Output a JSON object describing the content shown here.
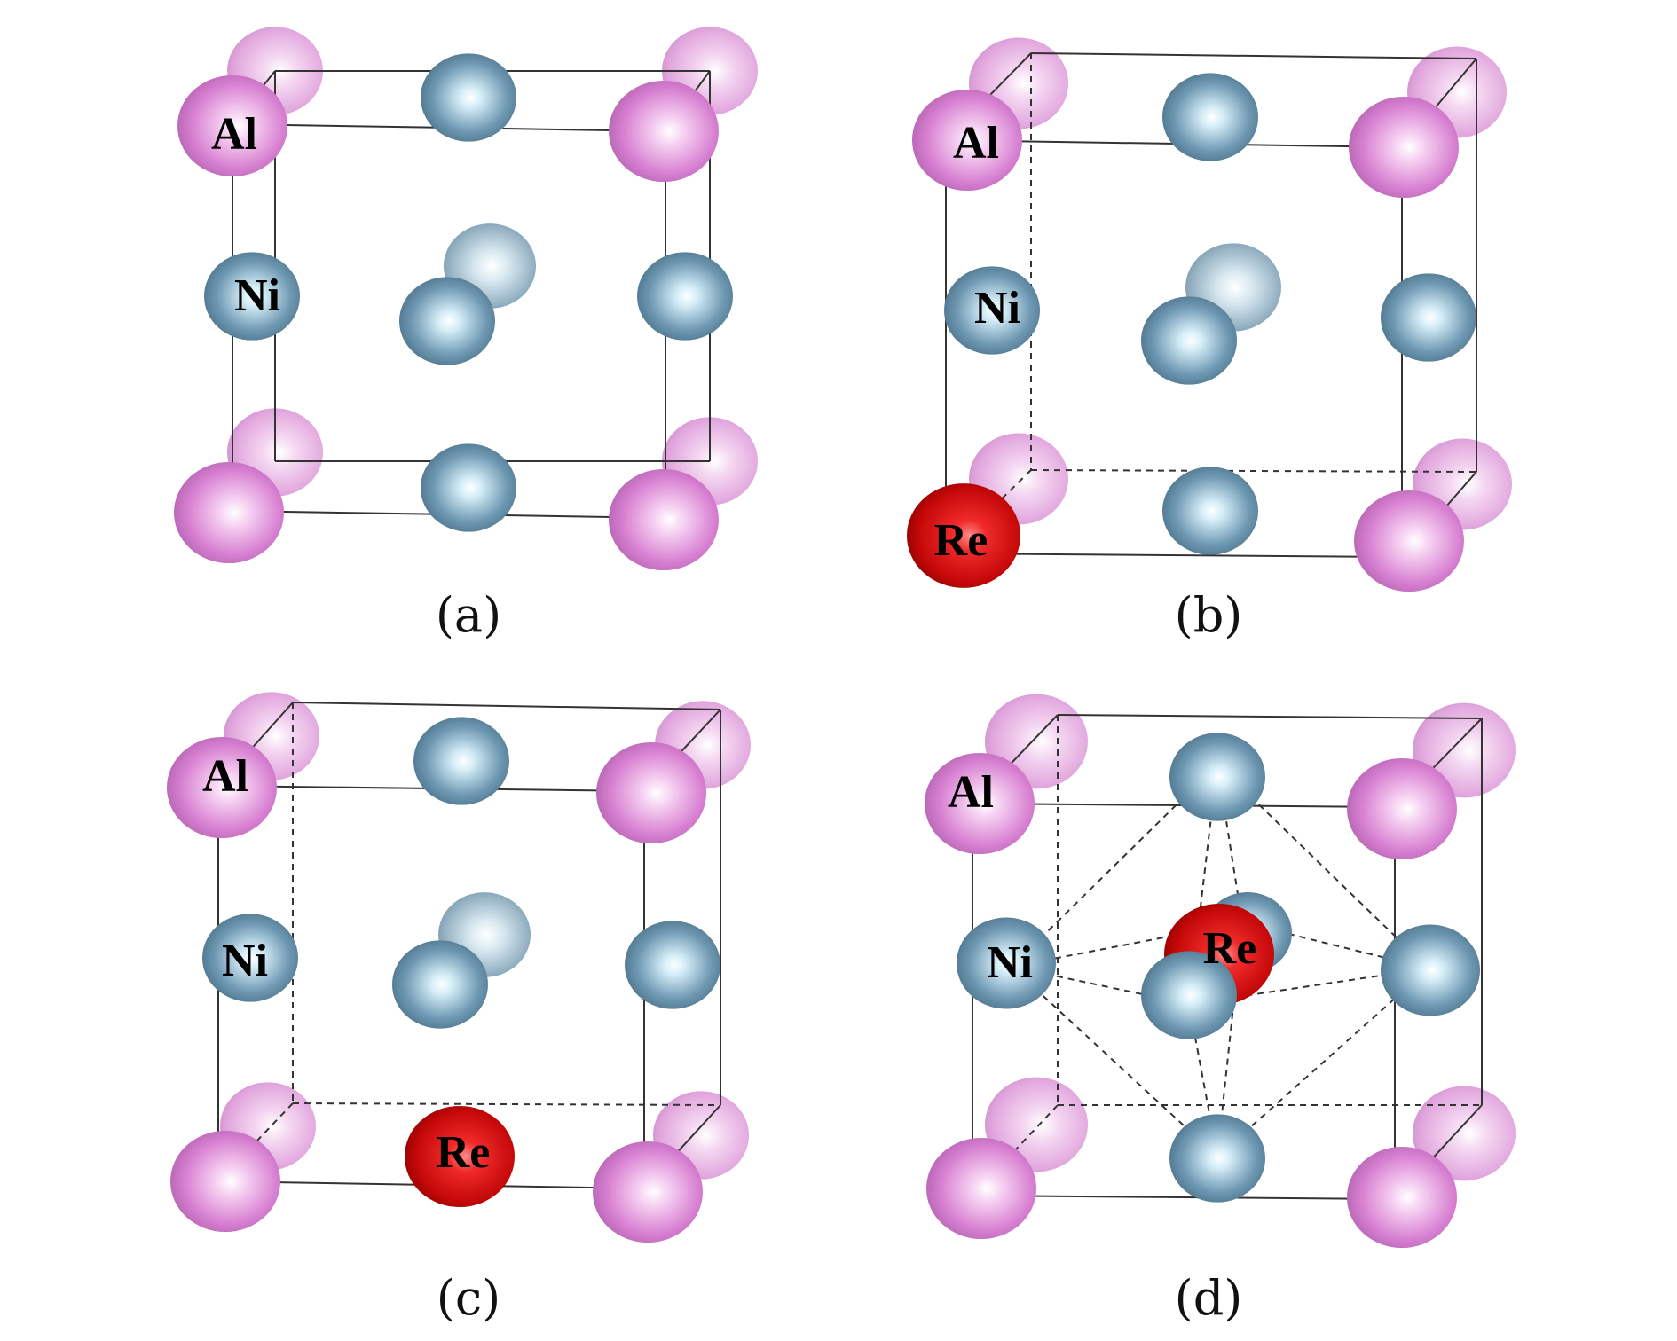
{
  "panels": [
    {
      "id": "a",
      "label": "(a)",
      "atom_labels": {
        "al": "Al",
        "ni": "Ni"
      }
    },
    {
      "id": "b",
      "label": "(b)",
      "atom_labels": {
        "al": "Al",
        "ni": "Ni",
        "re": "Re"
      }
    },
    {
      "id": "c",
      "label": "(c)",
      "atom_labels": {
        "al": "Al",
        "ni": "Ni",
        "re": "Re"
      }
    },
    {
      "id": "d",
      "label": "(d)",
      "atom_labels": {
        "al": "Al",
        "ni": "Ni",
        "re": "Re"
      }
    }
  ],
  "colors": {
    "al": "#d77fd1",
    "ni": "#5f8aa4",
    "re": "#d40f0f"
  }
}
